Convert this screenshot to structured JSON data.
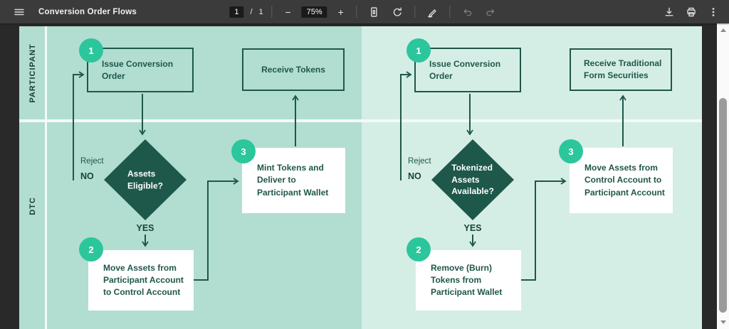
{
  "toolbar": {
    "title": "Conversion Order Flows",
    "page": {
      "current": "1",
      "slash": "/",
      "total": "1"
    },
    "zoom": {
      "out": "−",
      "level": "75%",
      "in": "+"
    },
    "icons": {
      "menu": "hamburger",
      "fit_page": "page-outline",
      "rotate": "circular-arrow",
      "draw": "pen",
      "undo": "curved-arrow-left",
      "redo": "curved-arrow-right",
      "download": "down-arrow-tray",
      "print": "printer",
      "more": "kebab-dots",
      "scroll_up": "triangle-up",
      "scroll_down": "triangle-down"
    }
  },
  "diagram": {
    "lanes": [
      {
        "label": "PARTICIPANT"
      },
      {
        "label": "DTC"
      }
    ],
    "flows": [
      {
        "badge1": "1",
        "issue_order": "Issue Conversion\nOrder",
        "receive": "Receive Tokens",
        "decision": "Assets\nEligible?",
        "reject": "Reject",
        "no": "NO",
        "yes": "YES",
        "badge2": "2",
        "step2": "Move Assets from\nParticipant Account\nto Control Account",
        "badge3": "3",
        "step3": "Mint Tokens and\nDeliver to\nParticipant Wallet"
      },
      {
        "badge1": "1",
        "issue_order": "Issue Conversion\nOrder",
        "receive": "Receive Traditional\nForm Securities",
        "decision": "Tokenized\nAssets\nAvailable?",
        "reject": "Reject",
        "no": "NO",
        "yes": "YES",
        "badge2": "2",
        "step2": "Remove (Burn)\nTokens from\nParticipant Wallet",
        "badge3": "3",
        "step3": "Move Assets from\nControl Account to\nParticipant Account"
      }
    ]
  },
  "colors": {
    "accent_teal": "#2cc69c",
    "dark_green": "#1f574a",
    "diamond_fill": "#1e584a",
    "lane_bg_left": "#b1ded1",
    "lane_bg_right": "#d5eee5",
    "toolbar_bg": "#3b3b3b",
    "canvas_bg": "#292929"
  }
}
